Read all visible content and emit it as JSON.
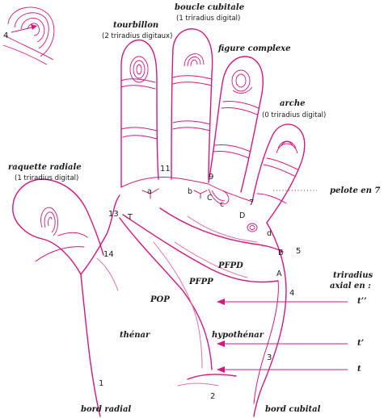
{
  "labels": {
    "tourbillon": "tourbillon",
    "tourbillon_sub": "(2 triradius digitaux)",
    "boucle": "boucle cubitale",
    "boucle_sub": "(1 triradius digital)",
    "figure": "figure complexe",
    "arche": "arche",
    "arche_sub": "(0 triradius digital)",
    "raquette": "raquette radiale",
    "raquette_sub": "(1 triradius digital)",
    "pelote": "pelote en 7",
    "triradius": "triradius",
    "axial": "axial en :",
    "PFPD": "PFPD",
    "PFPP": "PFPP",
    "POP": "POP",
    "thenar": "thénar",
    "hypothenar": "hypothénar",
    "bord_radial": "bord radial",
    "bord_cubital": "bord cubital",
    "t2": "t’’",
    "t1": "t’",
    "t": "t"
  },
  "numbers": {
    "n1": "1",
    "n2": "2",
    "n3": "3",
    "n4": "4",
    "n4b": "4",
    "n5": "5",
    "n7": "7",
    "n9": "9",
    "n11": "11",
    "n13": "13",
    "n14": "14"
  },
  "letters": {
    "a": "a",
    "b": "b",
    "c": "c",
    "C": "C",
    "D": "D",
    "d": "d",
    "B": "B",
    "A": "A",
    "T": "T"
  },
  "colors": {
    "ink": "#d4187e",
    "text": "#1a1a1a"
  }
}
